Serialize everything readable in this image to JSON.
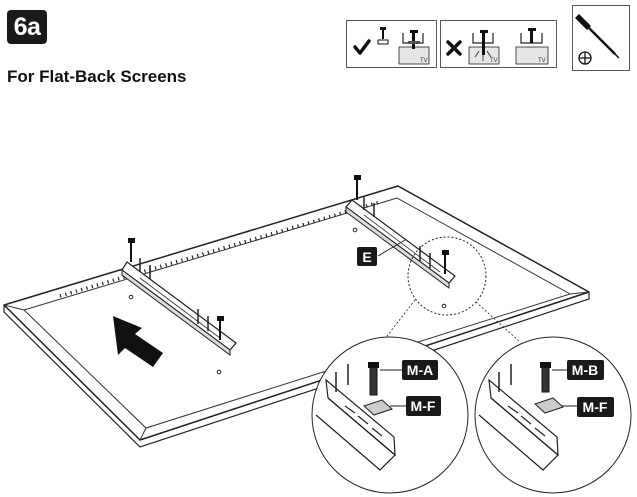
{
  "step": "6a",
  "title": "For Flat-Back Screens",
  "icons": {
    "correct": {
      "mark": "check-mark-icon",
      "tv_label": "TV"
    },
    "incorrect": {
      "mark": "x-mark-icon",
      "tv_label_1": "TV",
      "tv_label_2": "TV"
    },
    "tool": {
      "name": "phillips-screwdriver-icon",
      "head_symbol": "⊕"
    }
  },
  "labels": {
    "bracket": "E",
    "detail_left": {
      "screw": "M-A",
      "washer": "M-F"
    },
    "detail_right": {
      "screw": "M-B",
      "washer": "M-F"
    }
  },
  "colors": {
    "ink": "#1a1a1a",
    "line": "#222222",
    "panel": "#ffffff",
    "shade": "#e6e6e6"
  }
}
